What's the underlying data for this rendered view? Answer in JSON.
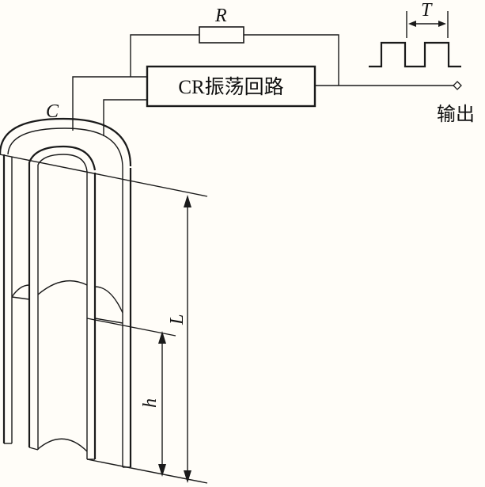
{
  "labels": {
    "resistor": "R",
    "capacitor": "C",
    "period": "T",
    "length_total": "L",
    "level_height": "h"
  },
  "oscillator_box": "CR振荡回路",
  "output_label": "输出"
}
